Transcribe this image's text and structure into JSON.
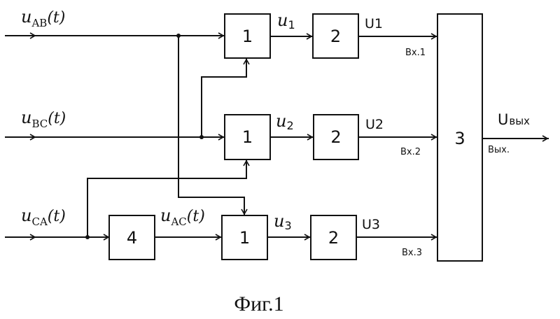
{
  "diagram": {
    "inputs": [
      {
        "symbol": "u",
        "subscript": "AB",
        "arg": "(t)"
      },
      {
        "symbol": "u",
        "subscript": "BC",
        "arg": "(t)"
      },
      {
        "symbol": "u",
        "subscript": "CA",
        "arg": "(t)"
      }
    ],
    "derived_signal": {
      "symbol": "u",
      "subscript": "AC",
      "arg": "(t)"
    },
    "blocks": {
      "block1_top": "1",
      "block1_mid": "1",
      "block1_bot": "1",
      "block2_top": "2",
      "block2_mid": "2",
      "block2_bot": "2",
      "block3": "3",
      "block4": "4"
    },
    "intermediate_signals": [
      {
        "symbol": "u",
        "subscript": "1"
      },
      {
        "symbol": "u",
        "subscript": "2"
      },
      {
        "symbol": "u",
        "subscript": "3"
      }
    ],
    "stage2_outputs": [
      "U1",
      "U2",
      "U3"
    ],
    "block3_inputs": [
      "Вх.1",
      "Вх.2",
      "Вх.3"
    ],
    "output": {
      "symbol": "U",
      "subscript": "вых",
      "port_label": "Вых."
    },
    "caption": "Фиг.1"
  }
}
